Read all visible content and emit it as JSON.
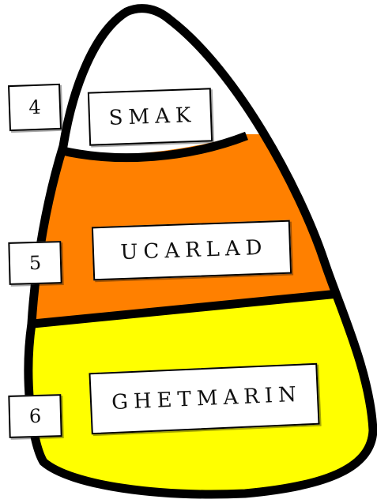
{
  "puzzle": {
    "rows": [
      {
        "number": "4",
        "word": "SMAK",
        "band_color": "#ffffff"
      },
      {
        "number": "5",
        "word": "UCARLAD",
        "band_color": "#ff8000"
      },
      {
        "number": "6",
        "word": "GHETMARIN",
        "band_color": "#ffff00"
      }
    ],
    "outline_color": "#000000"
  }
}
